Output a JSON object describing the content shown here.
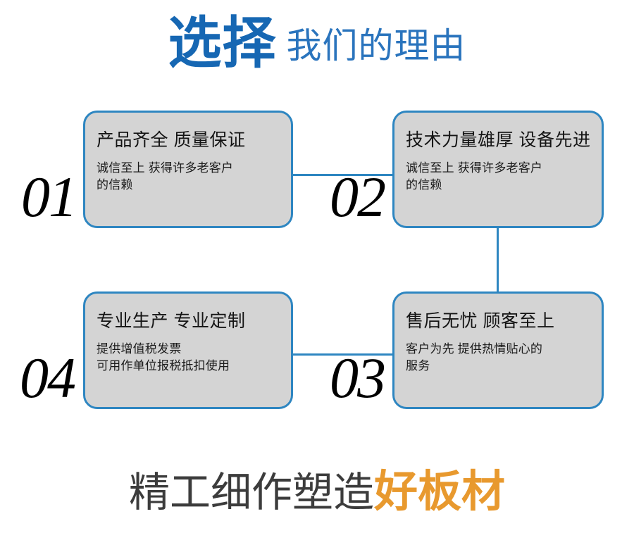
{
  "header": {
    "title_strong": "选择",
    "title_light": "我们的理由"
  },
  "cards": [
    {
      "number": "01",
      "heading": "产品齐全 质量保证",
      "body_lines": [
        "诚信至上 获得许多老客户",
        "的信赖"
      ]
    },
    {
      "number": "02",
      "heading": "技术力量雄厚 设备先进",
      "body_lines": [
        "诚信至上 获得许多老客户",
        "的信赖"
      ]
    },
    {
      "number": "03",
      "heading": "售后无忧 顾客至上",
      "body_lines": [
        "客户为先 提供热情贴心的",
        "服务"
      ]
    },
    {
      "number": "04",
      "heading": "专业生产 专业定制",
      "body_lines": [
        "提供增值税发票",
        "可用作单位报税抵扣使用"
      ]
    }
  ],
  "footer": {
    "text_dark": "精工细作塑造",
    "text_accent": "好板材"
  },
  "colors": {
    "brand_blue": "#1667B3",
    "line_blue": "#2E86C1",
    "card_fill": "#D4D4D4",
    "accent_orange": "#E8992E",
    "heading_text": "#141414",
    "footer_dark": "#3C3C3C"
  }
}
